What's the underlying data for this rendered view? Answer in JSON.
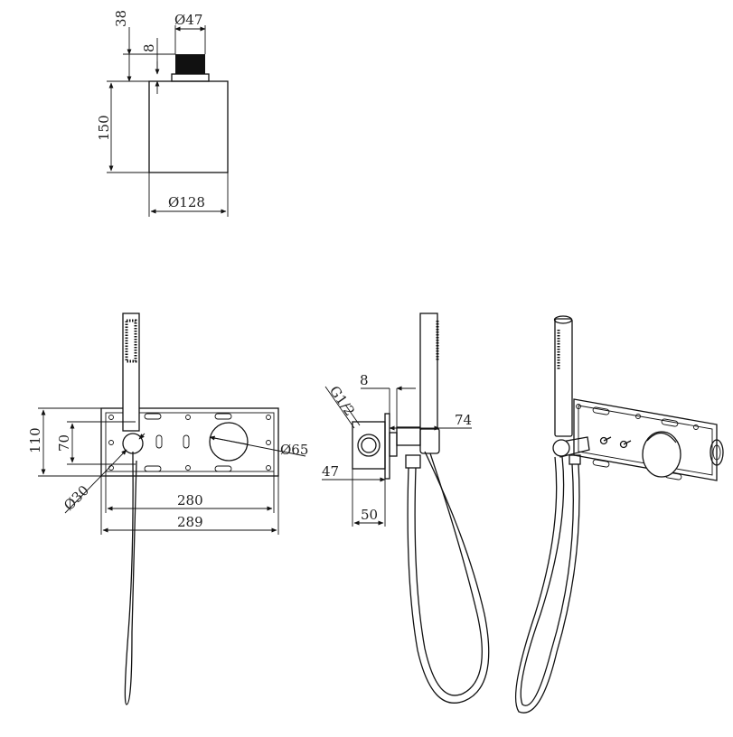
{
  "top_view": {
    "dims": {
      "height_38": "38",
      "dia_47": "Ø47",
      "gap_8": "8",
      "height_150": "150",
      "dia_128": "Ø128"
    }
  },
  "front_view": {
    "dims": {
      "h_110": "110",
      "h_70": "70",
      "dia_30": "Ø30",
      "dia_65": "Ø65",
      "w_280": "280",
      "w_289": "289"
    }
  },
  "side_view": {
    "dims": {
      "g12": "G1/2",
      "d_8": "8",
      "d_74": "74",
      "d_47": "47",
      "d_50": "50"
    }
  },
  "colors": {
    "line": "#111111",
    "background": "#ffffff"
  }
}
